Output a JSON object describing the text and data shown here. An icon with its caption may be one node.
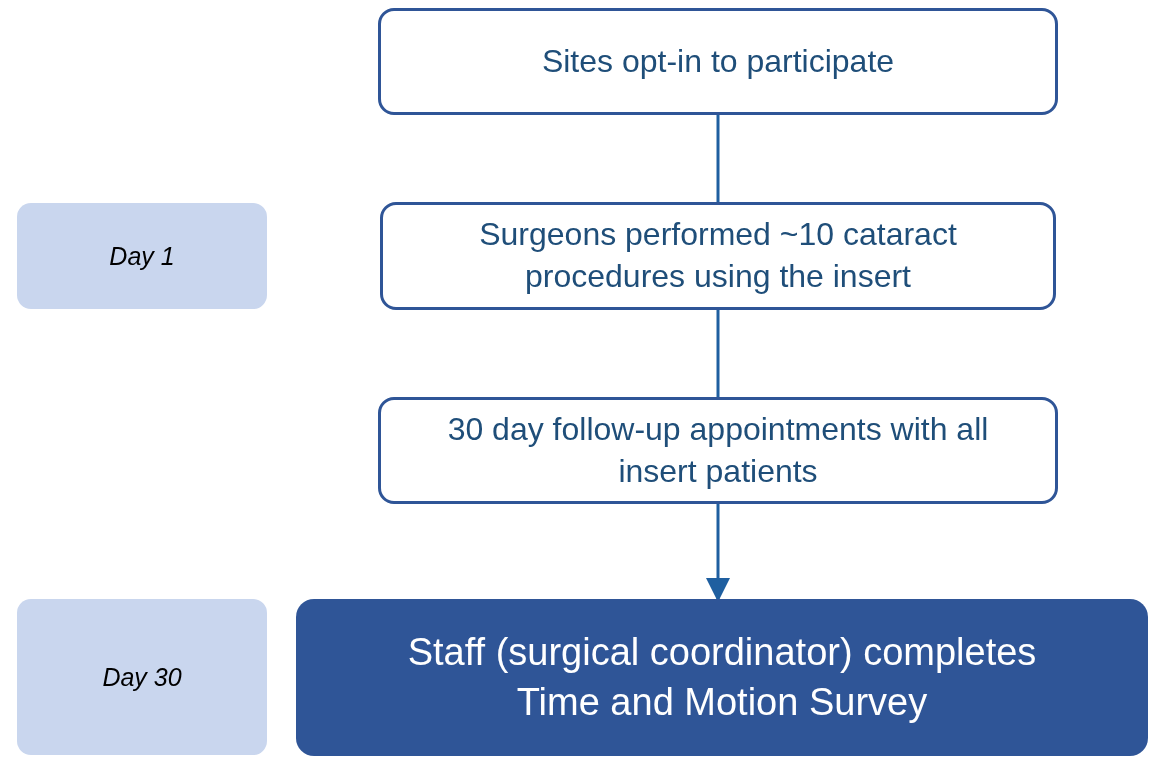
{
  "diagram": {
    "nodes": [
      {
        "text": [
          "Sites opt-in to participate"
        ]
      },
      {
        "text": [
          "Day 1"
        ]
      },
      {
        "text": [
          "Surgeons performed ~10 cataract procedures using the insert"
        ]
      },
      {
        "text": [
          "30 day follow-up appointments with all insert patients"
        ]
      },
      {
        "text": [
          "Day 30"
        ]
      },
      {
        "text": [
          "Staff (surgical coordinator) completes Time and Motion Survey"
        ]
      }
    ],
    "edges": [
      {
        "from": 0,
        "to": 2,
        "arrow": "none"
      },
      {
        "from": 2,
        "to": 3,
        "arrow": "none"
      },
      {
        "from": 3,
        "to": 5,
        "arrow": "to"
      }
    ]
  }
}
